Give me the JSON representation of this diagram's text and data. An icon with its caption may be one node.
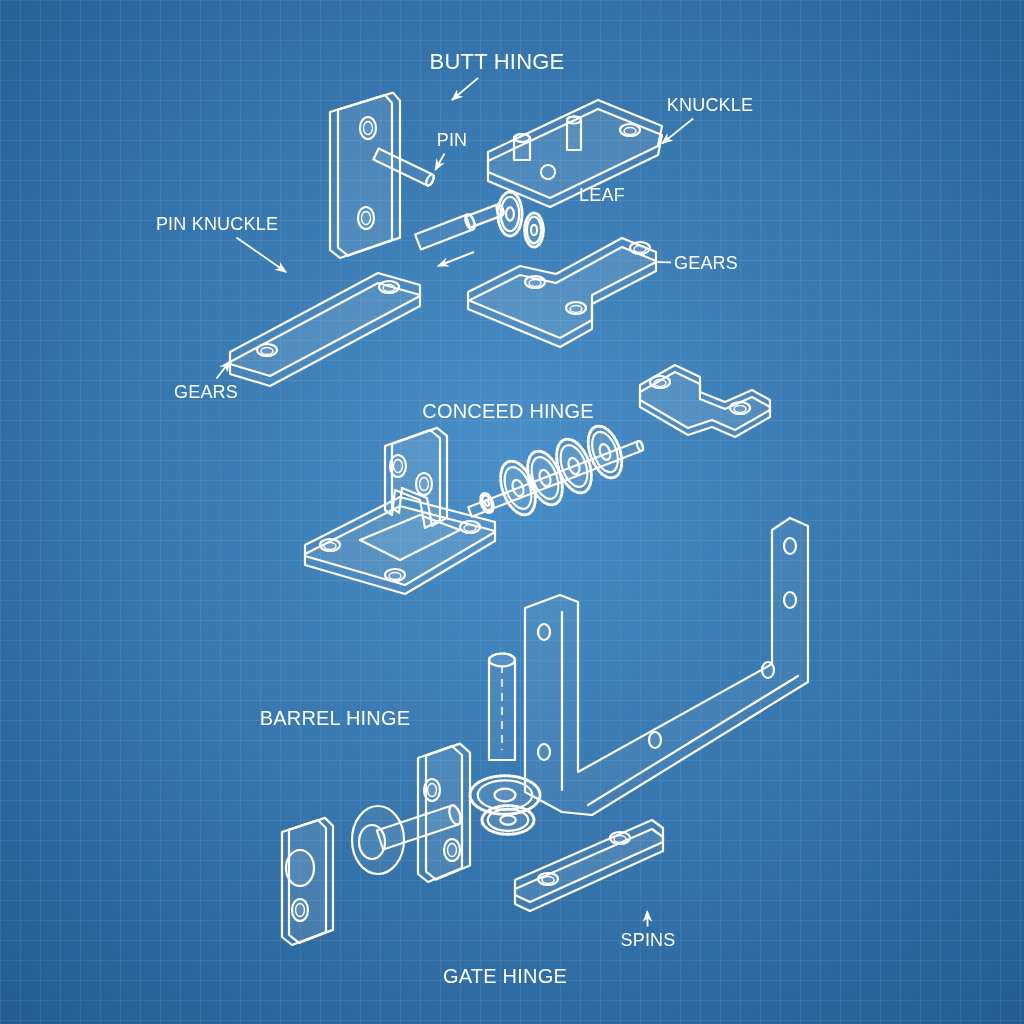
{
  "diagram": {
    "nodes": [
      {
        "text": [
          "BUTT HINGE"
        ]
      },
      {
        "text": [
          "PIN"
        ]
      },
      {
        "text": [],
        "shape": "cylinder"
      },
      {
        "text": [
          "KNUCKLE"
        ]
      },
      {
        "text": [],
        "shape": "box"
      },
      {
        "text": [
          "PIN KNUCKLE"
        ]
      },
      {
        "text": [
          "GEARS"
        ]
      },
      {
        "text": [],
        "shape": "box"
      },
      {
        "text": [
          "GEARS"
        ]
      },
      {
        "text": [],
        "shape": "bar"
      },
      {
        "text": [
          "SPINS"
        ]
      },
      {
        "text": [],
        "shape": "bar"
      }
    ],
    "edges": [
      {
        "from": 0,
        "to": null,
        "arrow": "to"
      },
      {
        "from": 1,
        "to": 2,
        "arrow": "to"
      },
      {
        "from": 3,
        "to": 4,
        "arrow": "to"
      },
      {
        "from": 5,
        "to": null,
        "arrow": "to"
      },
      {
        "from": 6,
        "to": 7,
        "arrow": "none"
      },
      {
        "from": 8,
        "to": 9,
        "arrow": "to"
      },
      {
        "from": 10,
        "to": 11,
        "arrow": "to"
      }
    ],
    "labels": [
      "LEAF",
      "CONCEED HINGE",
      "BARREL HINGE",
      "GATE HINGE"
    ]
  }
}
